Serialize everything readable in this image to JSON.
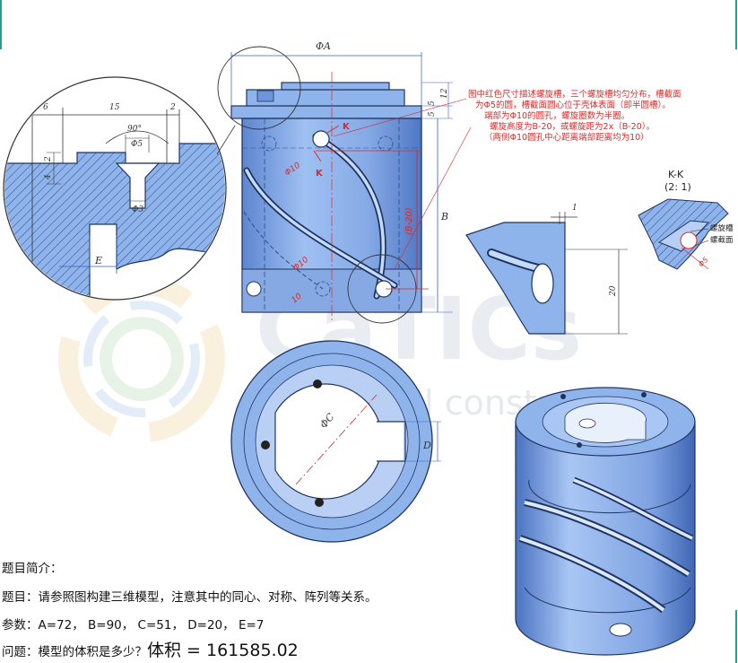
{
  "drawing": {
    "dims": {
      "phi_A": "ΦA",
      "B": "B",
      "B_minus_20": "(B-20)",
      "dim_12": "12",
      "dim_5": "5",
      "dim_5b": "5",
      "dim_20": "20",
      "dim_1": "1",
      "dim_phi10_a": "Φ10",
      "dim_phi10_b": "Φ10",
      "dim_10": "10",
      "dim_D": "D",
      "phi_C": "ΦC",
      "dim_E": "E",
      "dim_6": "6",
      "dim_15": "15",
      "dim_2": "2",
      "dim_90": "90°",
      "dim_phi5": "Φ5",
      "dim_4": "4",
      "dim_2b": "2",
      "dim_phi3": "Φ3",
      "K": "K",
      "phi5_sec": "Φ5"
    },
    "section": {
      "title": "K-K",
      "scale": "(2: 1)",
      "label_groove": "螺旋槽",
      "label_face": "螺截面"
    },
    "note_lines": [
      "图中红色尺寸描述螺旋槽，三个螺旋槽均匀分布，槽截面",
      "为Φ5的圆，槽截面圆心位于壳体表面（即半圆槽）。",
      "端部为Φ10的圆孔，螺旋圈数为半圈。",
      "螺旋高度为B-20，或螺旋距为2x（B-20）。",
      "（两侧Φ10圆孔中心距离端部距离均为10）"
    ],
    "watermark": {
      "brand": "CaTICs",
      "tagline": "3D digital construction"
    },
    "colors": {
      "part_fill": "#8fb4ec",
      "part_dark": "#5d86cf",
      "line_dark": "#223355",
      "dim_red": "#d62a2a",
      "dim_blue": "#3a5bbf"
    }
  },
  "info": {
    "intro": "题目简介：",
    "task": "题目：请参照图构建三维模型，注意其中的同心、对称、阵列等关系。",
    "params": "参数：A=72，  B=90，  C=51，  D=20，  E=7",
    "question": "问题：模型的体积是多少？",
    "answer": "体积 = 161585.02"
  }
}
